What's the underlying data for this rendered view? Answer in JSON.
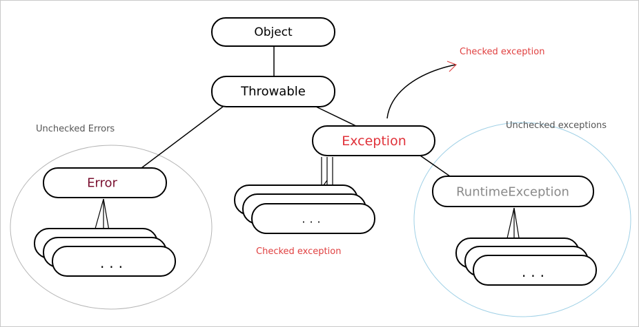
{
  "colors": {
    "accent_red": "#e0323a",
    "dark_red": "#7a1030",
    "gray_text": "#8a8a8a",
    "annotation_red": "#e04040",
    "annotation_dark": "#555555",
    "error_group_stroke": "#b5b5b5",
    "runtime_group_stroke": "#9fd0e6"
  },
  "nodes": {
    "object": "Object",
    "throwable": "Throwable",
    "exception": "Exception",
    "error": "Error",
    "runtime_exception": "RuntimeException",
    "checked_children": "...",
    "error_children": "...",
    "runtime_children": "..."
  },
  "annotations": {
    "checked_top": "Checked exception",
    "unchecked_errors": "Unchecked Errors",
    "unchecked_exceptions": "Unchecked exceptions",
    "checked_bottom": "Checked exception"
  }
}
